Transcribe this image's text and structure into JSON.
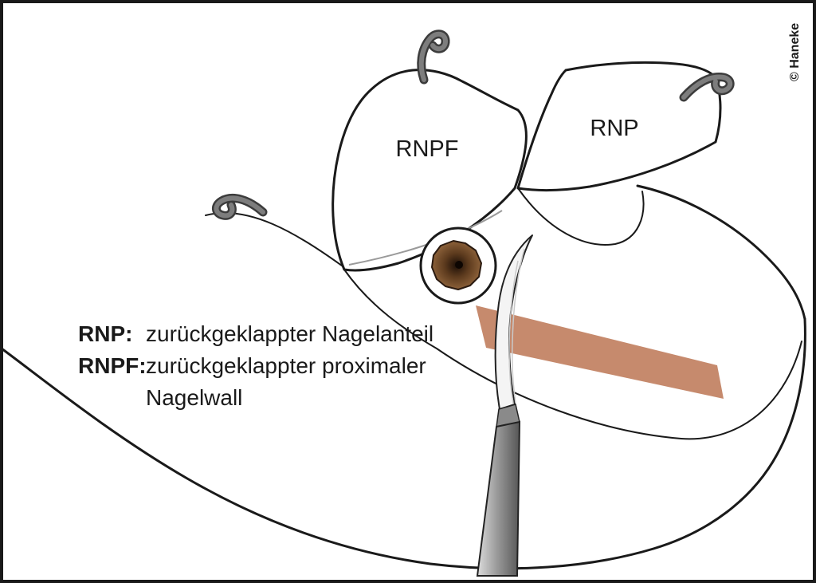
{
  "figure": {
    "copyright": "© Haneke",
    "labels": {
      "rnpf": "RNPF",
      "rnp": "RNP"
    },
    "legend": {
      "rnp_term": "RNP:",
      "rnp_definition": "zurückgeklappter Nagelanteil",
      "rnpf_term": "RNPF:",
      "rnpf_definition_line1": "zurückgeklappter proximaler",
      "rnpf_definition_line2": "Nagelwall"
    },
    "colors": {
      "outline": "#1a1a1a",
      "stripe": "#c68a6d",
      "suture": "#7d7d7d",
      "suture_outline": "#3c3c3c",
      "tumor_edge": "#96693f",
      "tumor_mid": "#5d3b1e",
      "tumor_core": "#1c0f07",
      "scalpel_blade": "#f4f4f4",
      "scalpel_handle_light": "#dcdcdc",
      "scalpel_handle_mid": "#9c9c9c",
      "scalpel_handle_dark": "#565656"
    }
  }
}
